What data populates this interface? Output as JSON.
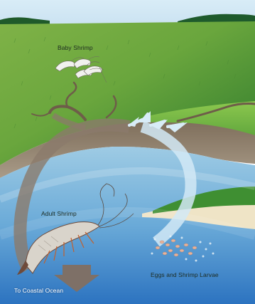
{
  "labels": {
    "baby_shrimp": "Baby Shrimp",
    "adult_shrimp": "Adult Shrimp",
    "eggs_and_larvae": "Eggs and Shrimp Larvae",
    "to_coastal_ocean": "To Coastal Ocean"
  },
  "colors": {
    "sky": "#cfe6f4",
    "marsh_light": "#8cc04a",
    "marsh_dark": "#2f7a2e",
    "channel_mud": "#6f5e4a",
    "water_shallow": "#a9d3ea",
    "water_deep": "#2f79c4",
    "path_shrimp": "#8a7a6c",
    "path_water": "#cfe7f5",
    "sand": "#efe4c6"
  },
  "icons": [
    "baby-shrimp-icon",
    "adult-shrimp-icon",
    "egg-cluster-icon",
    "outflow-arrow-icon",
    "inflow-arrow-icon"
  ]
}
